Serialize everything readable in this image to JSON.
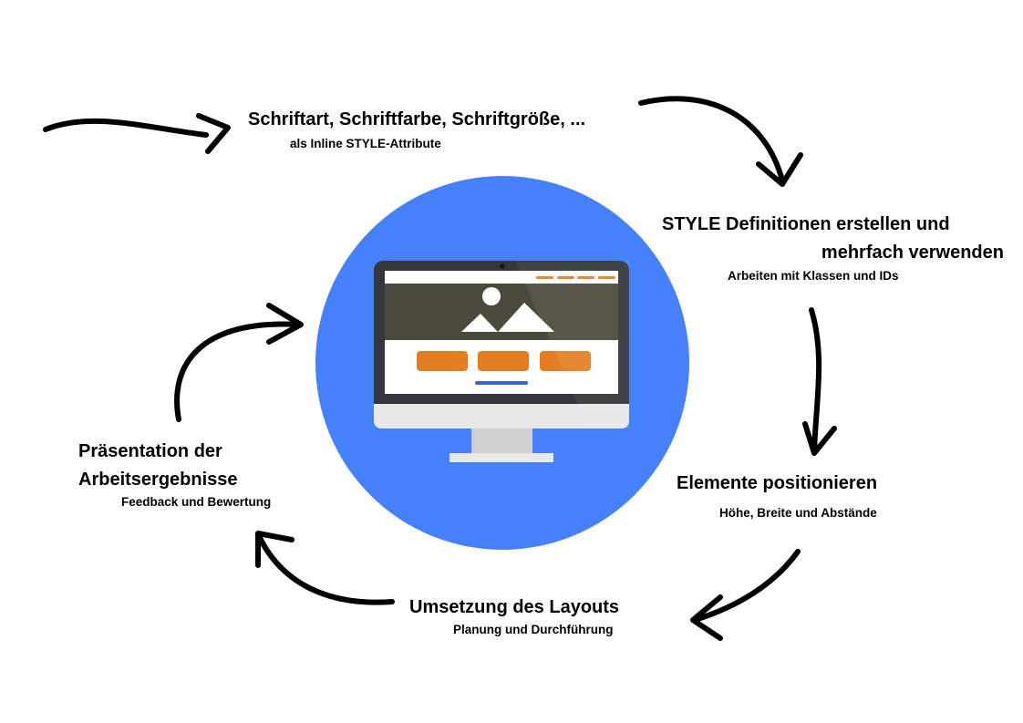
{
  "steps": [
    {
      "title": "Schriftart, Schriftfarbe, Schriftgröße, ...",
      "subtitle": "als Inline STYLE-Attribute"
    },
    {
      "title_line1": "STYLE Definitionen erstellen und",
      "title_line2": "mehrfach verwenden",
      "subtitle": "Arbeiten mit Klassen und IDs"
    },
    {
      "title": "Elemente positionieren",
      "subtitle": "Höhe, Breite und Abstände"
    },
    {
      "title": "Umsetzung des Layouts",
      "subtitle": "Planung und Durchführung"
    },
    {
      "title_line1": "Präsentation der",
      "title_line2": "Arbeitsergebnisse",
      "subtitle": "Feedback und Bewertung"
    }
  ],
  "colors": {
    "circle": "#4680fb",
    "bezel": "#33363a",
    "accent": "#e37f22",
    "hero": "#4a4a3c",
    "link": "#3a68c0"
  }
}
